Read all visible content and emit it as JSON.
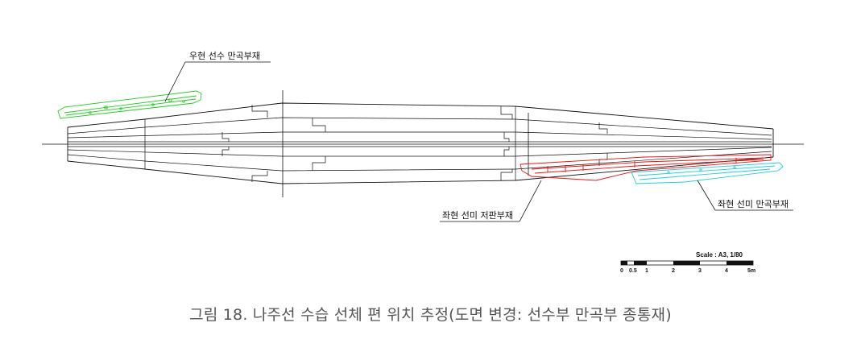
{
  "labels": {
    "right_bow": "우현 선수 만곡부재",
    "left_stern_bottom": "좌현 선미 저판부재",
    "left_stern_curve": "좌현 선미 만곡부재"
  },
  "scale": {
    "title": "Scale : A3, 1/80",
    "ticks": [
      "0",
      "0.5",
      "1",
      "2",
      "3",
      "4",
      "5m"
    ]
  },
  "caption": "그림 18. 나주선 수습 선체 편 위치 추정(도면 변경: 선수부 만곡부 종통재)",
  "colors": {
    "hull": "#111111",
    "right_bow": "#22cc22",
    "left_stern_bottom": "#ee1111",
    "left_stern_curve": "#22ccdd"
  }
}
